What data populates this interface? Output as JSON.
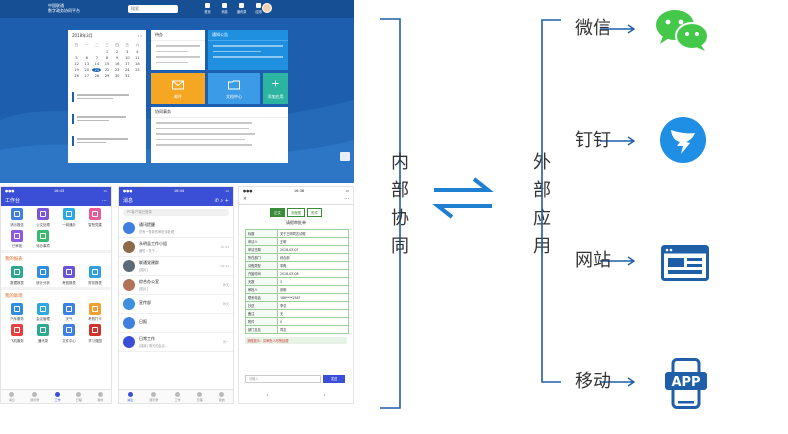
{
  "desktop": {
    "logo": [
      "中国联通",
      "数字政务协同平台"
    ],
    "search_label": "搜索",
    "toolbar": [
      "首页",
      "消息",
      "通讯录",
      "应用"
    ],
    "calendar_title": "2018年3月",
    "weekdays": [
      "日",
      "一",
      "二",
      "三",
      "四",
      "五",
      "六"
    ],
    "days": [
      "",
      "",
      "",
      "1",
      "2",
      "3",
      "4",
      "5",
      "6",
      "7",
      "8",
      "9",
      "10",
      "11",
      "12",
      "13",
      "14",
      "15",
      "16",
      "17",
      "18",
      "19",
      "20",
      "21",
      "22",
      "23",
      "24",
      "25",
      "26",
      "27",
      "28",
      "29",
      "30",
      "31"
    ],
    "today": "21",
    "panel_todo": "待办",
    "panel_notice": "通知公告",
    "panel_news": "协同事务",
    "tile_mail": "邮件",
    "tile_file": "文档中心",
    "tile_add": "添加应用"
  },
  "phone1": {
    "time": "16:43",
    "title": "工作台",
    "apps_top": [
      {
        "label": "请示报告",
        "color": "#3f7fe0"
      },
      {
        "label": "公文处理",
        "color": "#7b55d6"
      },
      {
        "label": "一网通办",
        "color": "#2ea9e0"
      },
      {
        "label": "智慧党建",
        "color": "#e85b9b"
      },
      {
        "label": "已审批",
        "color": "#8e5be0"
      },
      {
        "label": "待办事项",
        "color": "#3fb86f"
      }
    ],
    "section_reports": "我的报表",
    "apps_reports": [
      {
        "label": "数据报表",
        "color": "#2ea98f"
      },
      {
        "label": "统计分析",
        "color": "#2e8fe0"
      },
      {
        "label": "考勤报表",
        "color": "#6a55d6"
      },
      {
        "label": "财务报表",
        "color": "#2e9fe0"
      }
    ],
    "section_tools": "我的助理",
    "apps_tools": [
      {
        "label": "汽车服务",
        "color": "#2e8fe0"
      },
      {
        "label": "会议管理",
        "color": "#2ea9e0"
      },
      {
        "label": "天气",
        "color": "#3f7fe0"
      },
      {
        "label": "考勤打卡",
        "color": "#f0a030"
      },
      {
        "label": "飞机服务",
        "color": "#e84040"
      },
      {
        "label": "通讯录",
        "color": "#2ea98f"
      },
      {
        "label": "文件中心",
        "color": "#3f7fe0"
      },
      {
        "label": "学习强国",
        "color": "#d0332b"
      }
    ],
    "tabs": [
      "消息",
      "通讯录",
      "工作",
      "日程",
      "我的"
    ]
  },
  "phone2": {
    "time": "16:44",
    "title": "消息",
    "search": "PC客户端已登录",
    "items": [
      {
        "title": "通讯提醒",
        "sub": "您有一条新的审批待处理",
        "time": "",
        "color": "#3f7fe0"
      },
      {
        "title": "永明县工作小组",
        "sub": "通知：关于...",
        "time": "10:23",
        "color": "#8d6b4a"
      },
      {
        "title": "联通党建群",
        "sub": "[图片]",
        "time": "09:41",
        "color": "#5a6b7a"
      },
      {
        "title": "综合办公室",
        "sub": "[图片]",
        "time": "昨天",
        "color": "#b0735a"
      },
      {
        "title": "宣传部",
        "sub": "",
        "time": "昨天",
        "color": "#3f8fe0"
      },
      {
        "title": "日报",
        "sub": "",
        "time": "",
        "color": "#3f7fe0"
      },
      {
        "title": "日常工作",
        "sub": "[链接] 明天的会议...",
        "time": "周一",
        "color": "#3a4fd6"
      }
    ],
    "tabs": [
      "消息",
      "通讯录",
      "工作",
      "日程",
      "我的"
    ]
  },
  "phone3": {
    "time": "16:38",
    "tabs": [
      "正文",
      "流程图",
      "附件"
    ],
    "form_title": "请假审批单",
    "rows": [
      {
        "k": "标题",
        "v": "关于王明同志请假"
      },
      {
        "k": "申请人",
        "v": "王明"
      },
      {
        "k": "申请日期",
        "v": "2018-03-07"
      },
      {
        "k": "所在部门",
        "v": "综合部"
      },
      {
        "k": "请假类型",
        "v": "事假"
      },
      {
        "k": "开始时间",
        "v": "2018-03-08"
      },
      {
        "k": "天数",
        "v": "3"
      },
      {
        "k": "审批人",
        "v": "张明"
      },
      {
        "k": "联系电话",
        "v": "186****2587"
      },
      {
        "k": "抄送",
        "v": "李总"
      },
      {
        "k": "备注",
        "v": "无"
      },
      {
        "k": "附件",
        "v": "0"
      },
      {
        "k": "部门意见",
        "v": "同意"
      }
    ],
    "note": "流程提示：请审批人尽快处理",
    "input_placeholder": "请输入",
    "send": "发送"
  },
  "diagram": {
    "internal_label": "内部协同",
    "external_label": "外部应用",
    "targets": [
      "微信",
      "钉钉",
      "网站",
      "移动"
    ],
    "colors": {
      "line": "#1f5fa8",
      "wechat": "#43c84a",
      "dingtalk": "#1f8fe5",
      "web": "#1f5fa8",
      "app": "#1f5fa8"
    }
  }
}
